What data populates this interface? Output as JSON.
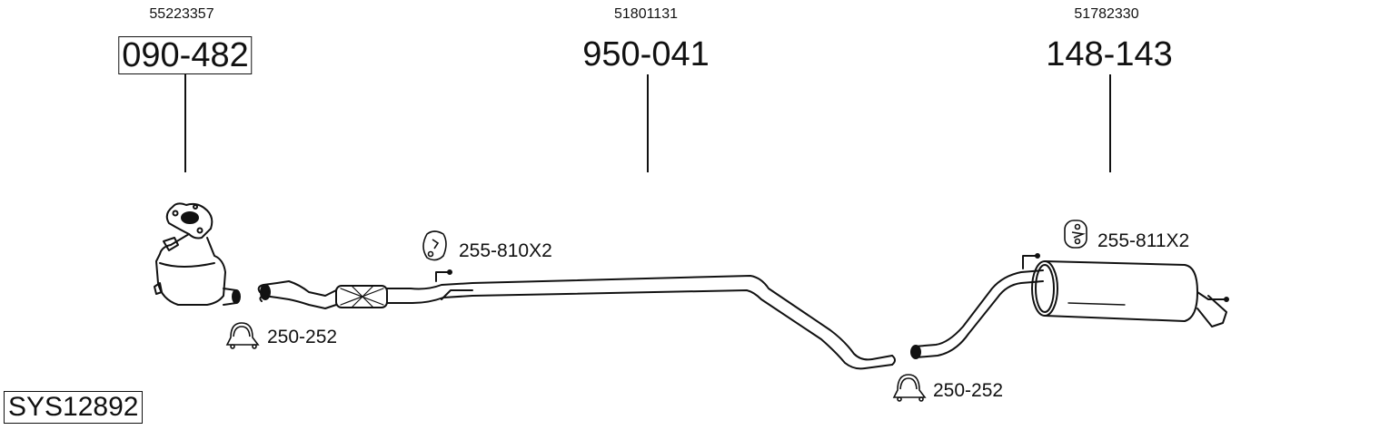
{
  "diagram": {
    "system_id": "SYS12892",
    "parts": [
      {
        "oem": "55223357",
        "part_no": "090-482",
        "boxed": true
      },
      {
        "oem": "51801131",
        "part_no": "950-041",
        "boxed": false
      },
      {
        "oem": "51782330",
        "part_no": "148-143",
        "boxed": false
      }
    ],
    "accessories": [
      {
        "label": "250-252",
        "icon": "clamp-icon"
      },
      {
        "label": "255-810X2",
        "icon": "rubber-hanger-icon"
      },
      {
        "label": "250-252",
        "icon": "clamp-icon"
      },
      {
        "label": "255-811X2",
        "icon": "rubber-hanger-icon"
      }
    ]
  }
}
